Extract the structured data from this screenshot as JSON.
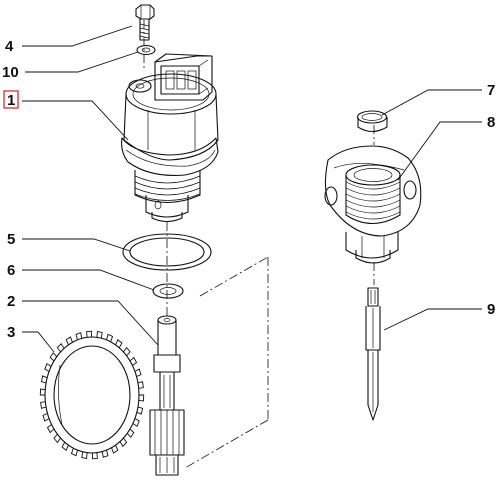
{
  "callouts": [
    {
      "id": "4",
      "label": "4",
      "highlighted": false
    },
    {
      "id": "10",
      "label": "10",
      "highlighted": false
    },
    {
      "id": "1",
      "label": "1",
      "highlighted": true
    },
    {
      "id": "5",
      "label": "5",
      "highlighted": false
    },
    {
      "id": "6",
      "label": "6",
      "highlighted": false
    },
    {
      "id": "2",
      "label": "2",
      "highlighted": false
    },
    {
      "id": "3",
      "label": "3",
      "highlighted": false
    },
    {
      "id": "7",
      "label": "7",
      "highlighted": false
    },
    {
      "id": "8",
      "label": "8",
      "highlighted": false
    },
    {
      "id": "9",
      "label": "9",
      "highlighted": false
    }
  ],
  "colors": {
    "ink": "#111111",
    "highlight_box": "#cc2222",
    "background": "#ffffff"
  }
}
